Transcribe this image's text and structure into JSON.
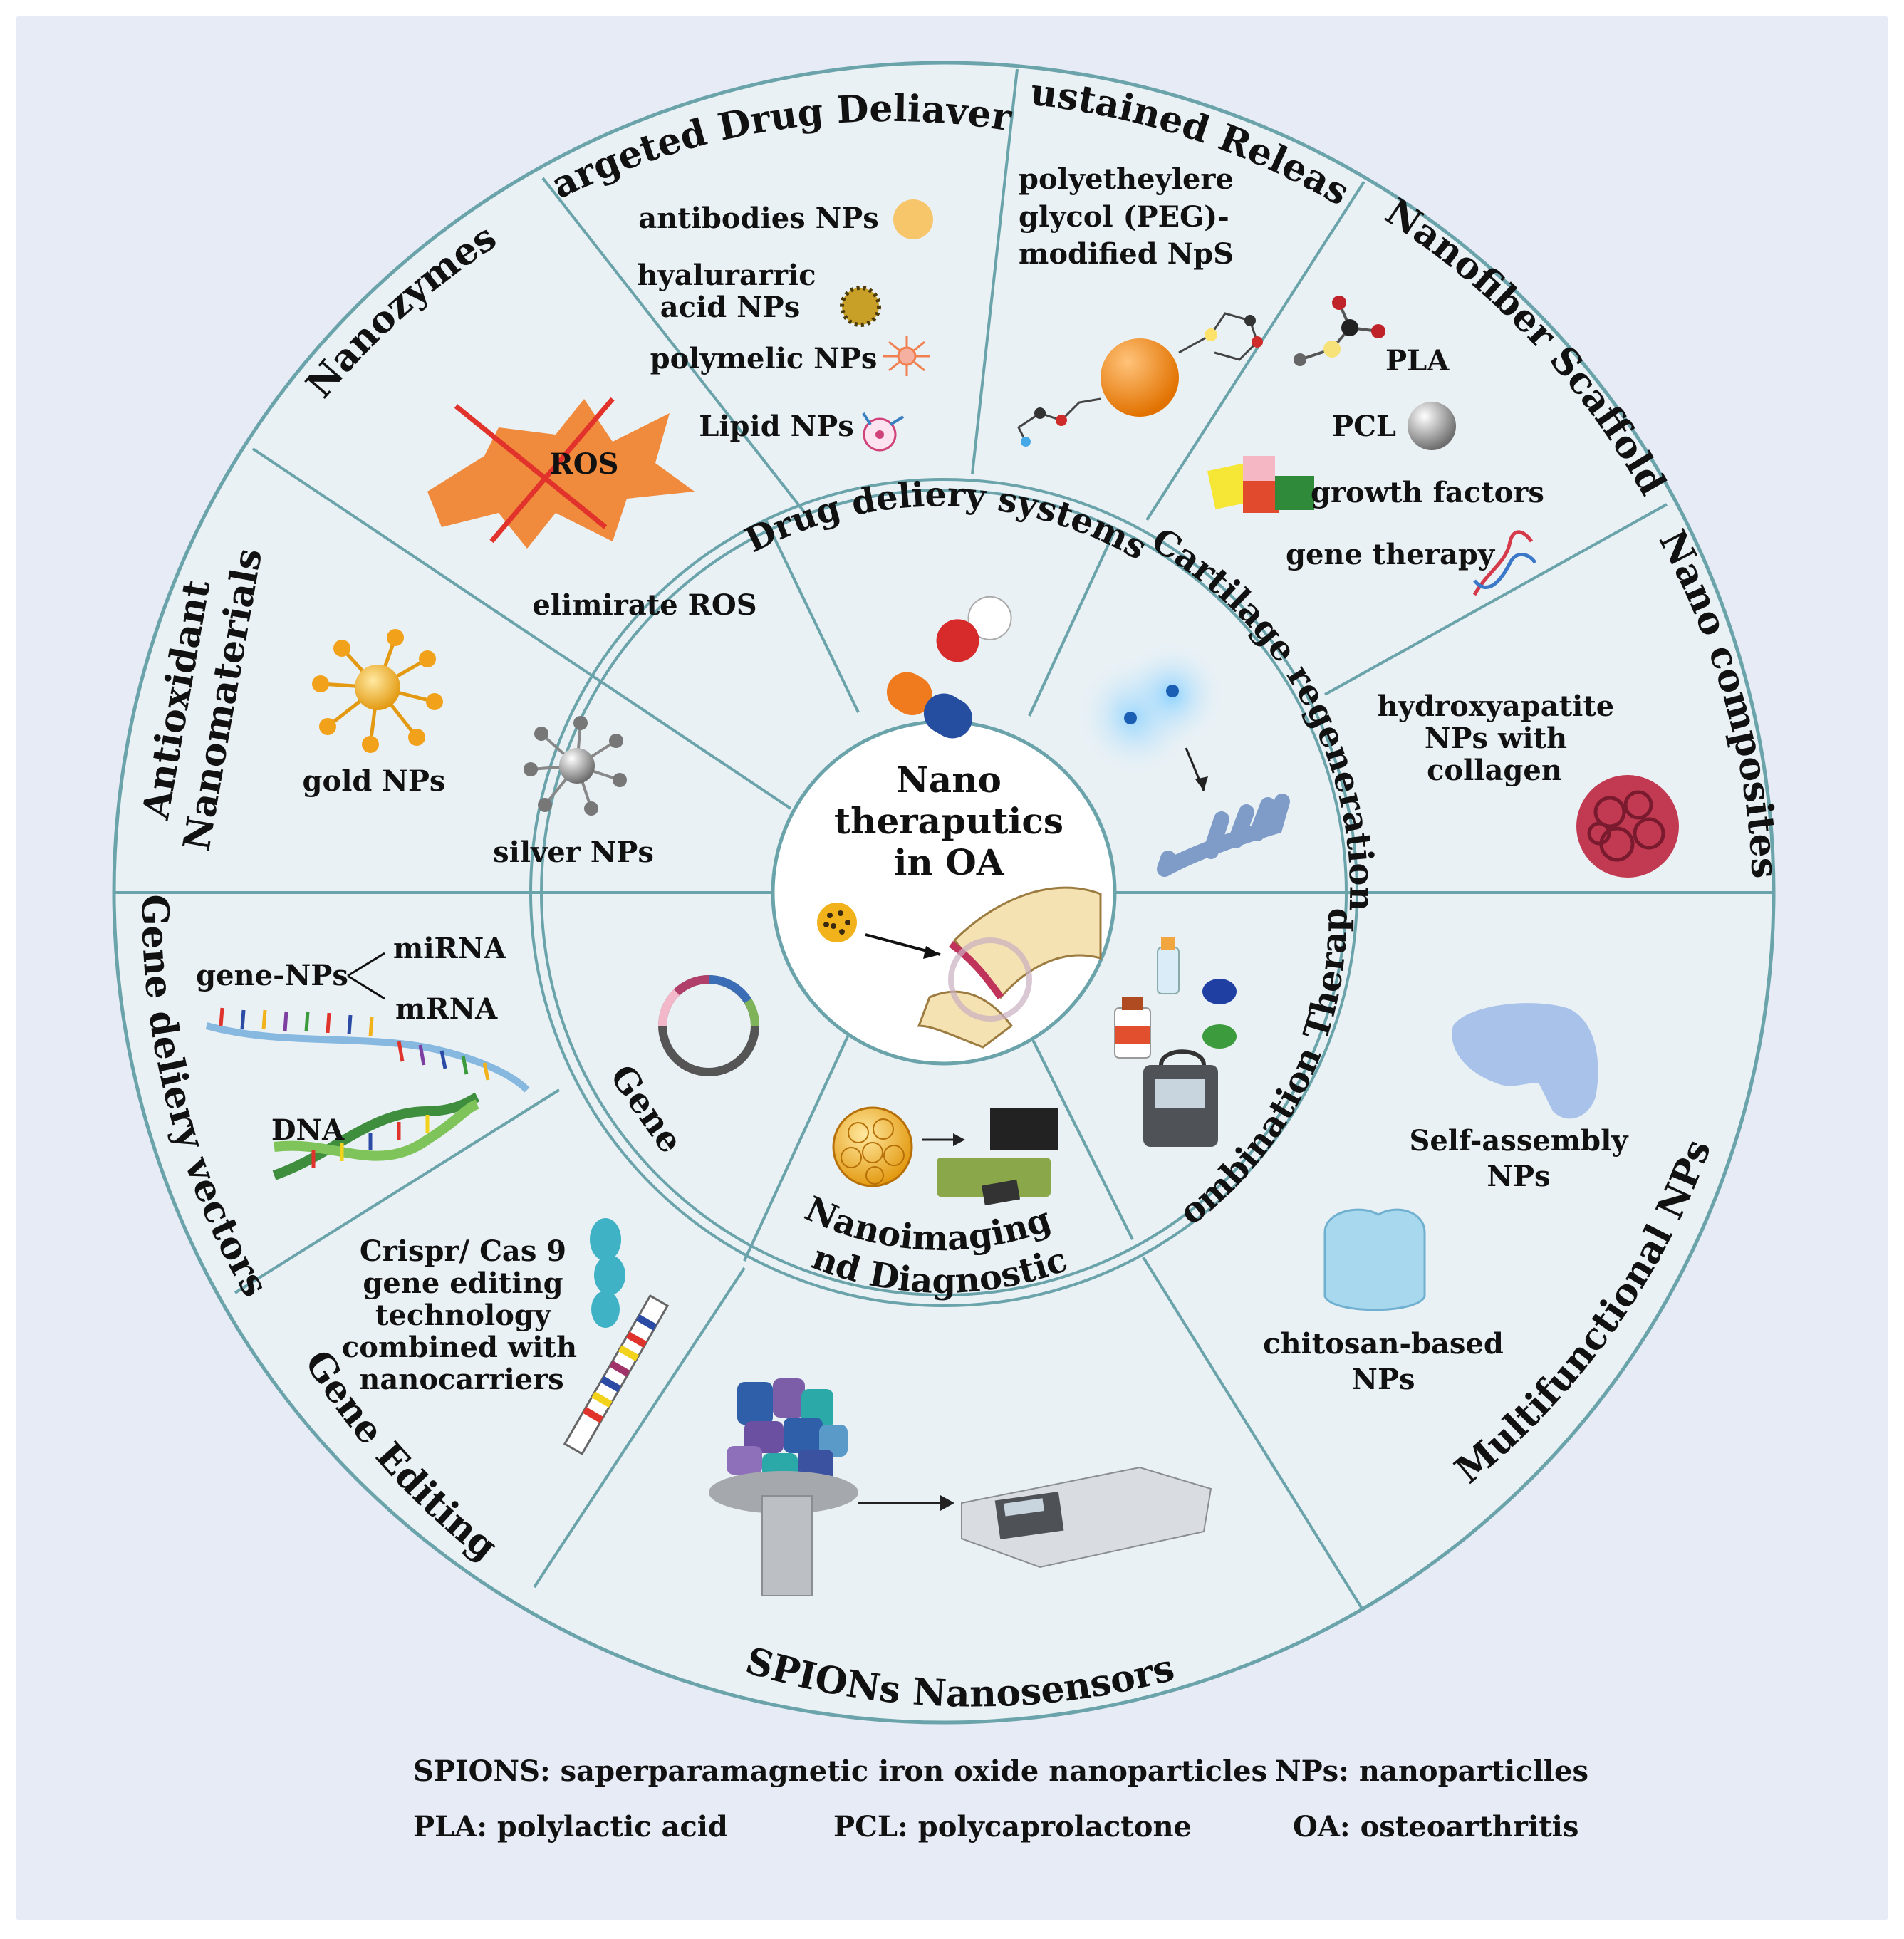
{
  "colors": {
    "frame_bg": "#E6EBF5",
    "disc_fill": "#E9F1F5",
    "line": "#6BA3AB",
    "center_fill": "#FFFFFF",
    "orange": "#F08A3C",
    "red": "#E1332B",
    "gold": "#F2B21B",
    "blue": "#2E63A8"
  },
  "center": {
    "line1": "Nano",
    "line2": "theraputics",
    "line3": "in OA"
  },
  "inner_ring": {
    "drug": "Drug deliery systems",
    "cartilage": "Cartilage regeneration",
    "combination": "Combination  Therapy",
    "nanoimaging_1": "Nanoimagings",
    "nanoimaging_2": "and Diagnostics",
    "gene": "Gene"
  },
  "outer_ring": {
    "targeted": "Targeted Drug Deliavery",
    "sustained": "Sustained Release",
    "nanofiber": "Nanofiber Scaffold",
    "nanocomposites": "Nano composites",
    "multifunctional": "Multifunctional NPs",
    "spions": "SPIONs Nanosensors",
    "gene_editing": "Gene Editing",
    "gene_vectors": "Gene deliery vectors",
    "antioxidant_1": "Antioxidant",
    "antioxidant_2": "Nanomaterials",
    "nanozymes": "Nanozymes"
  },
  "labels": {
    "antibodies": "antibodies NPs",
    "hyaluronic_1": "hyalurarric",
    "hyaluronic_2": "acid NPs",
    "polymelic": "polymelic NPs",
    "lipid": "Lipid NPs",
    "peg_1": "polyetheylere",
    "peg_2": "glycol (PEG)-",
    "peg_3": "modified NpS",
    "pla": "PLA",
    "pcl": "PCL",
    "growth": "growth factors",
    "gene_therapy": "gene therapy",
    "hydroxy_1": "hydroxyapatite",
    "hydroxy_2": "NPs with",
    "hydroxy_3": "collagen",
    "self_assembly_1": "Self-assembly",
    "self_assembly_2": "NPs",
    "chitosan_1": "chitosan-based",
    "chitosan_2": "NPs",
    "crispr_1": "Crispr/ Cas 9",
    "crispr_2": "gene editing",
    "crispr_3": "technology",
    "crispr_4": "combined with",
    "crispr_5": "nanocarriers",
    "gene_nps": "gene-NPs",
    "mirna": "miRNA",
    "mrna": "mRNA",
    "dna": "DNA",
    "gold": "gold NPs",
    "silver": "silver NPs",
    "ros": "ROS",
    "eliminate": "elimirate ROS"
  },
  "legend": {
    "spions": "SPIONS: saperparamagnetic iron oxide nanoparticles",
    "nps": "NPs: nanoparticlles",
    "pla": "PLA: polylactic acid",
    "pcl": "PCL: polycaprolactone",
    "oa": "OA: osteoarthritis"
  }
}
